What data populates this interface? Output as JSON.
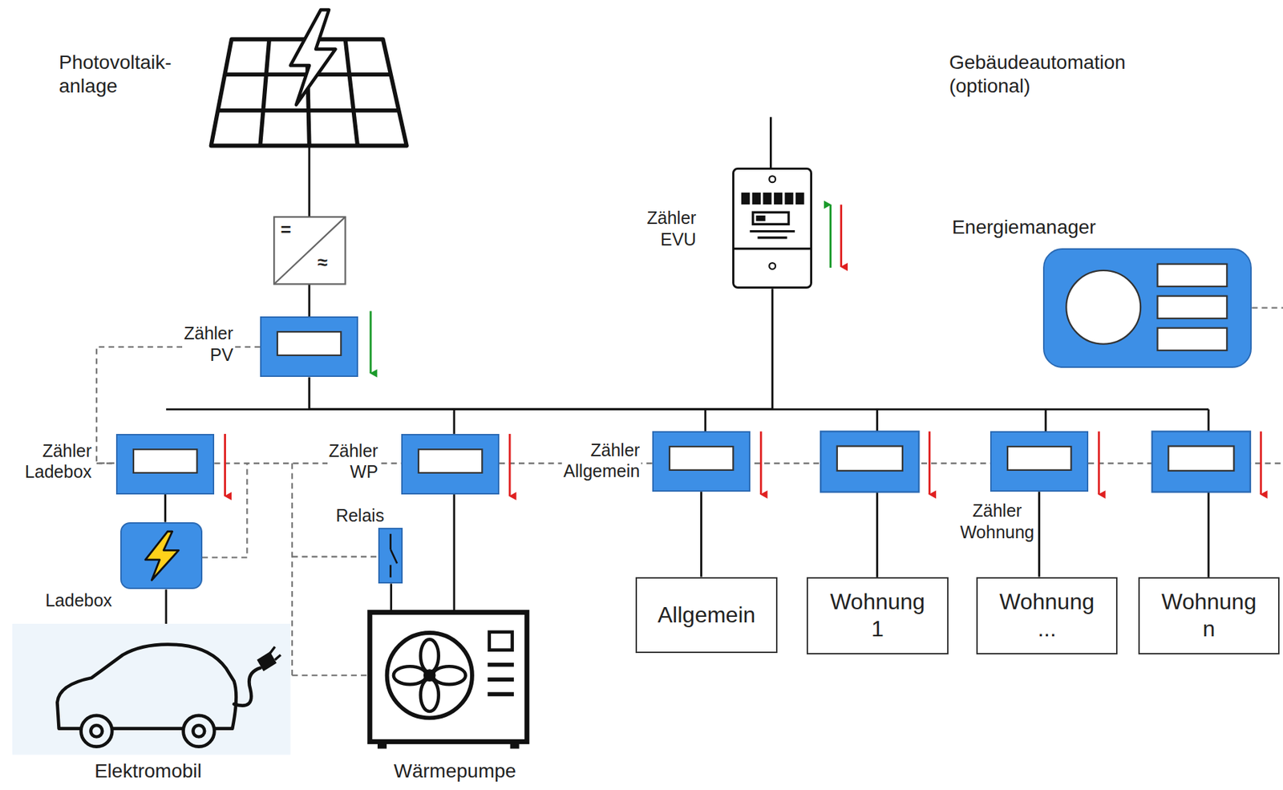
{
  "diagram": {
    "nodes": [
      {
        "text": [
          "Zähler PV"
        ]
      },
      {
        "text": [
          "Zähler EVU"
        ]
      },
      {
        "text": [
          "Energiemanager"
        ]
      },
      {
        "text": [
          "Zähler Ladebox"
        ]
      },
      {
        "text": [
          "Ladebox"
        ]
      },
      {
        "text": [
          "Zähler WP"
        ]
      },
      {
        "text": [
          "Relais"
        ]
      },
      {
        "text": [
          "Zähler Allgemein"
        ]
      },
      {
        "text": [
          "Zähler Wohnung"
        ]
      },
      {
        "text": [
          "Allgemein"
        ]
      },
      {
        "text": [
          "Wohnung 1"
        ]
      },
      {
        "text": [
          "Wohnung ..."
        ]
      },
      {
        "text": [
          "Wohnung n"
        ]
      }
    ],
    "edges": [
      {
        "from": 1,
        "to": 0,
        "arrow": "none"
      },
      {
        "from": 0,
        "to": 3,
        "arrow": "none"
      },
      {
        "from": 3,
        "to": 4,
        "arrow": "none"
      },
      {
        "from": 7,
        "to": 9,
        "arrow": "none"
      },
      {
        "from": 8,
        "to": 11,
        "arrow": "none"
      }
    ],
    "labels": [
      "Photovoltaik- anlage",
      "=",
      "≈",
      "Gebäudeautomation (optional)",
      "Elektromobil",
      "Wärmepumpe"
    ]
  }
}
